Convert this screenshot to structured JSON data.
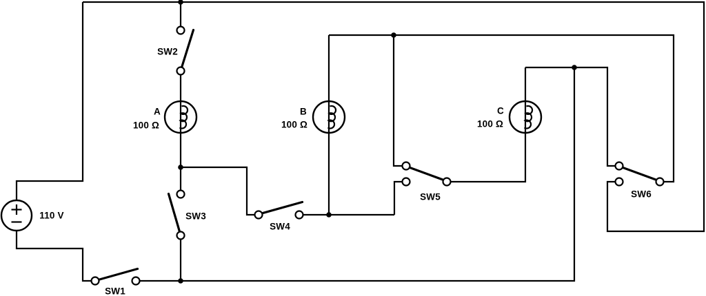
{
  "colors": {
    "background": "#ffffff",
    "wire": "#000000",
    "text": "#000000"
  },
  "source": {
    "label": "110 V",
    "polarity_top": "+",
    "polarity_bottom": "−"
  },
  "lamps": [
    {
      "name": "A",
      "resistance": "100 Ω"
    },
    {
      "name": "B",
      "resistance": "100 Ω"
    },
    {
      "name": "C",
      "resistance": "100 Ω"
    }
  ],
  "switches": [
    {
      "label": "SW1"
    },
    {
      "label": "SW2"
    },
    {
      "label": "SW3"
    },
    {
      "label": "SW4"
    },
    {
      "label": "SW5"
    },
    {
      "label": "SW6"
    }
  ]
}
